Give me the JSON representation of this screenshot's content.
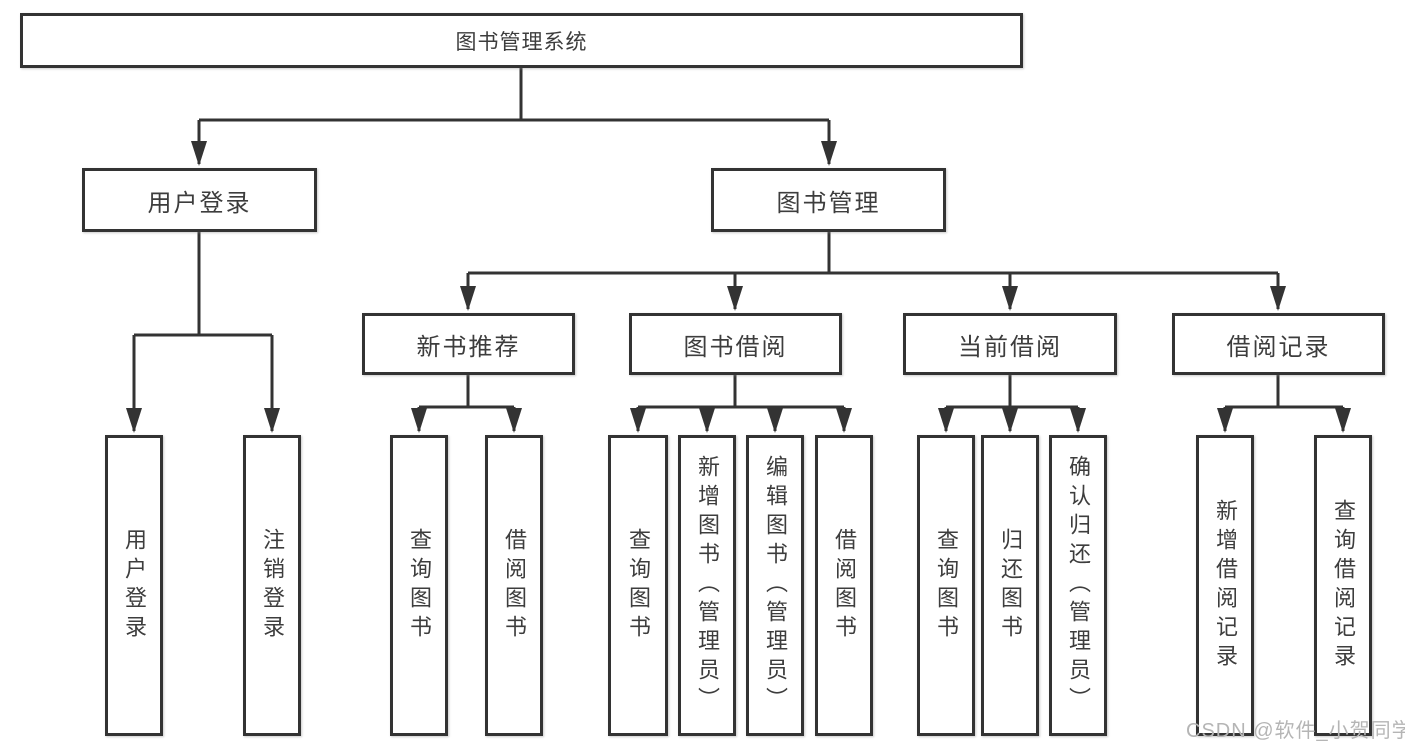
{
  "nodes": {
    "root": {
      "label": "图书管理系统"
    },
    "branches": [
      {
        "label": "用户登录",
        "children": [
          {
            "label": "用户登录"
          },
          {
            "label": "注销登录"
          }
        ]
      },
      {
        "label": "图书管理",
        "children": [
          {
            "label": "新书推荐",
            "children": [
              {
                "label": "查询图书"
              },
              {
                "label": "借阅图书"
              }
            ]
          },
          {
            "label": "图书借阅",
            "children": [
              {
                "label": "查询图书"
              },
              {
                "label": "新增图书（管理员）"
              },
              {
                "label": "编辑图书（管理员）"
              },
              {
                "label": "借阅图书"
              }
            ]
          },
          {
            "label": "当前借阅",
            "children": [
              {
                "label": "查询图书"
              },
              {
                "label": "归还图书"
              },
              {
                "label": "确认归还（管理员）"
              }
            ]
          },
          {
            "label": "借阅记录",
            "children": [
              {
                "label": "新增借阅记录"
              },
              {
                "label": "查询借阅记录"
              }
            ]
          }
        ]
      }
    ]
  },
  "colors": {
    "line": "#333333",
    "text": "#3d3d3d",
    "watermark": "#b5b5b5",
    "background": "#ffffff"
  },
  "watermark": "CSDN @软件_小贺同学"
}
